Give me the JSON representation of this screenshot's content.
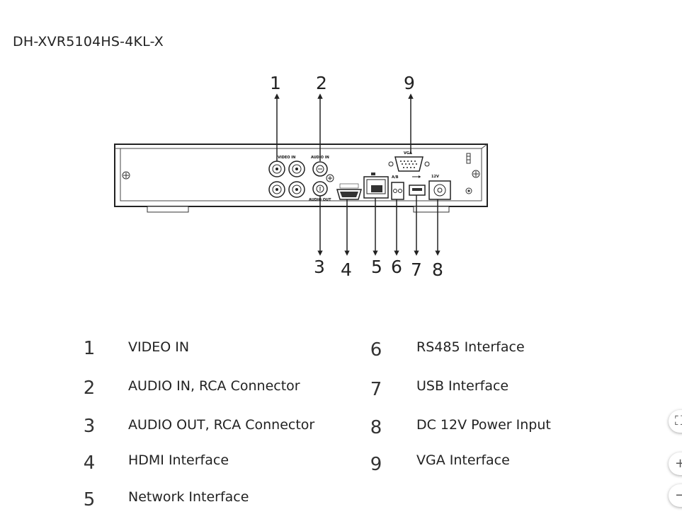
{
  "title": "DH-XVR5104HS-4KL-X",
  "panel_labels": {
    "video_in": "VIDEO IN",
    "audio_in": "AUDIO IN",
    "audio_out": "AUDIO OUT",
    "vga": "VGA",
    "ab": "A/B",
    "power": "12V"
  },
  "callouts": [
    {
      "num": "1"
    },
    {
      "num": "2"
    },
    {
      "num": "3"
    },
    {
      "num": "4"
    },
    {
      "num": "5"
    },
    {
      "num": "6"
    },
    {
      "num": "7"
    },
    {
      "num": "8"
    },
    {
      "num": "9"
    }
  ],
  "legend": {
    "left": [
      {
        "num": "1",
        "label": "VIDEO IN"
      },
      {
        "num": "2",
        "label": "AUDIO IN, RCA Connector"
      },
      {
        "num": "3",
        "label": "AUDIO OUT, RCA Connector"
      },
      {
        "num": "4",
        "label": "HDMI Interface"
      },
      {
        "num": "5",
        "label": "Network Interface"
      }
    ],
    "right": [
      {
        "num": "6",
        "label": "RS485 Interface"
      },
      {
        "num": "7",
        "label": "USB Interface"
      },
      {
        "num": "8",
        "label": "DC 12V Power Input"
      },
      {
        "num": "9",
        "label": "VGA Interface"
      }
    ]
  },
  "side_controls": [
    {
      "icon": "fit-screen-icon",
      "glyph": "⛶"
    },
    {
      "icon": "zoom-in-icon",
      "glyph": "+"
    },
    {
      "icon": "zoom-out-icon",
      "glyph": "−"
    }
  ]
}
